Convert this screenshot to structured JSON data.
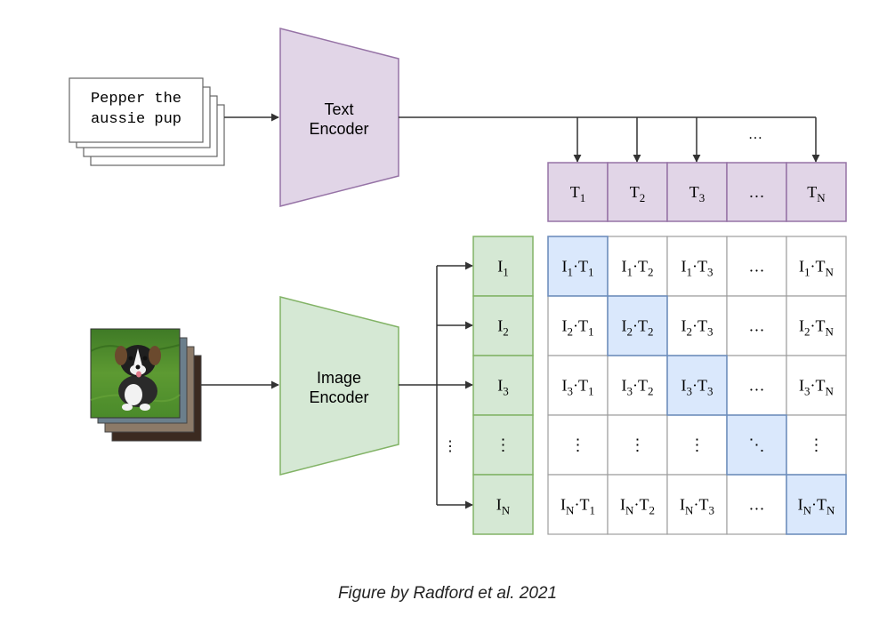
{
  "text_input": {
    "line1": "Pepper the",
    "line2": "aussie pup"
  },
  "text_encoder": {
    "line1": "Text",
    "line2": "Encoder"
  },
  "image_encoder": {
    "line1": "Image",
    "line2": "Encoder"
  },
  "text_embeddings": [
    {
      "base": "T",
      "sub": "1"
    },
    {
      "base": "T",
      "sub": "2"
    },
    {
      "base": "T",
      "sub": "3"
    },
    {
      "base": "…",
      "sub": ""
    },
    {
      "base": "T",
      "sub": "N"
    }
  ],
  "image_embeddings": [
    {
      "base": "I",
      "sub": "1"
    },
    {
      "base": "I",
      "sub": "2"
    },
    {
      "base": "I",
      "sub": "3"
    },
    {
      "base": "⋮",
      "sub": ""
    },
    {
      "base": "I",
      "sub": "N"
    }
  ],
  "column_ellipsis": "…",
  "row_ellipsis": "⋮",
  "diagonal_ellipsis": "⋱",
  "matrix_separator": "·",
  "caption": "Figure by Radford et al. 2021",
  "colors": {
    "text_fill": "#e1d5e7",
    "text_stroke": "#9673a6",
    "image_fill": "#d5e8d4",
    "image_stroke": "#82b366",
    "diag_fill": "#dae8fc",
    "diag_stroke": "#6c8ebf",
    "cell_stroke": "#9e9e9e",
    "arrow": "#333333"
  },
  "icons": {
    "photo": "puppy-photo-icon"
  }
}
